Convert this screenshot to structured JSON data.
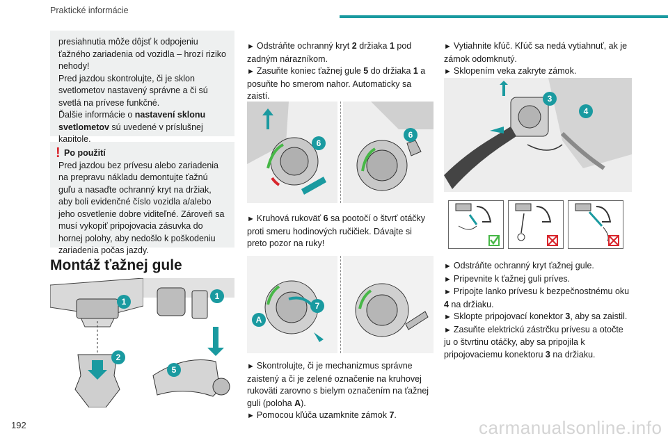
{
  "header": {
    "title": "Praktické informácie",
    "accent_color": "#1a9aa0"
  },
  "page_number": "192",
  "warning_box": {
    "icon": "exclamation-icon",
    "icon_color": "#d8262d",
    "line1": "presiahnutia môže dôjsť k odpojeniu ťažného zariadenia od vozidla – hrozí riziko nehody!",
    "line2": "Pred jazdou skontrolujte, či je sklon svetlometov nastavený správne a či sú svetlá na prívese funkčné.",
    "line3_pre": "Ďalšie informácie o ",
    "line3_bold": "nastavení sklonu svetlometov",
    "line3_post": " sú uvedené v príslušnej kapitole."
  },
  "after_use_box": {
    "title": "Po použití",
    "text": "Pred jazdou bez prívesu alebo zariadenia na prepravu nákladu demontujte ťažnú guľu a nasaďte ochranný kryt na držiak, aby boli evidenčné číslo vozidla a/alebo jeho osvetlenie dobre viditeľné. Zároveň sa musí vykopiť pripojovacia zásuvka do hornej polohy, aby nedošlo k poškodeniu zariadenia počas jazdy."
  },
  "section_heading": "Montáž ťažnej gule",
  "col2": {
    "step1_pre": "Odstráňte ochranný kryt ",
    "step1_b1": "2",
    "step1_mid": " držiaka ",
    "step1_b2": "1",
    "step1_post": " pod zadným nárazníkom.",
    "step2_pre": "Zasuňte koniec ťažnej gule ",
    "step2_b1": "5",
    "step2_mid": " do držiaka ",
    "step2_b2": "1",
    "step2_post": " a posuňte ho smerom nahor. Automaticky sa zaistí.",
    "step3_pre": "Kruhová rukoväť ",
    "step3_b1": "6",
    "step3_post": " sa pootočí o štvrť otáčky proti smeru hodinových ručičiek. Dávajte si preto pozor na ruky!",
    "step4_pre": "Skontrolujte, či je mechanizmus správne zaistený a či je zelené označenie na kruhovej rukoväti zarovno s bielym označením na ťažnej guli (poloha ",
    "step4_b1": "A",
    "step4_post": ").",
    "step5_pre": "Pomocou kľúča uzamknite zámok ",
    "step5_b1": "7",
    "step5_post": "."
  },
  "col3": {
    "step1": "Vytiahnite kľúč.  Kľúč sa nedá vytiahnuť, ak je zámok odomknutý.",
    "step2": "Sklopením veka zakryte zámok.",
    "steps_b": [
      "Odstráňte ochranný kryt ťažnej gule.",
      "Pripevnite k ťažnej guli príves."
    ],
    "step5_pre": "Pripojte lanko prívesu k bezpečnostnému oku ",
    "step5_b1": "4",
    "step5_post": " na držiaku.",
    "step6_pre": "Sklopte pripojovací konektor ",
    "step6_b1": "3",
    "step6_post": ", aby sa zaistil.",
    "step7_pre": "Zasuňte elektrickú zástrčku prívesu a otočte ju o štvrtinu otáčky, aby sa pripojila k pripojovaciemu konektoru ",
    "step7_b1": "3",
    "step7_post": " na držiaku."
  },
  "arrow_glyph": "►",
  "callouts": {
    "n1": "1",
    "n2": "2",
    "n3": "3",
    "n4": "4",
    "n5": "5",
    "n6": "6",
    "n7": "7",
    "A": "A"
  },
  "callout_color": "#1a9aa0",
  "watermark": "carmanualsonline.info"
}
